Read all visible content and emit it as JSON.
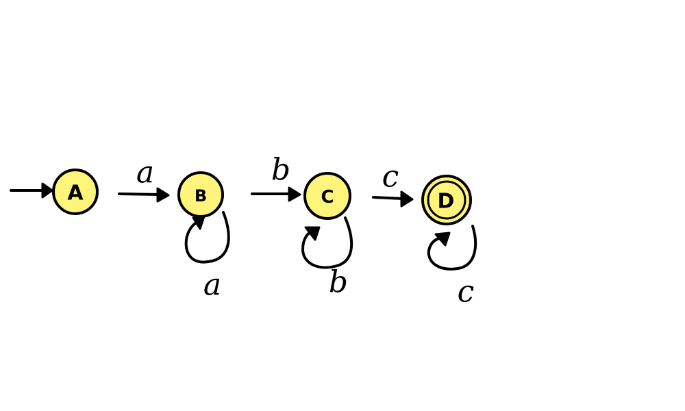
{
  "diagram": {
    "colors": {
      "state_fill": "#fff57a",
      "ink": "#000000",
      "background": "#ffffff"
    },
    "states": [
      {
        "id": "A",
        "label": "A",
        "start": true,
        "accepting": false
      },
      {
        "id": "B",
        "label": "B",
        "start": false,
        "accepting": false
      },
      {
        "id": "C",
        "label": "C",
        "start": false,
        "accepting": false
      },
      {
        "id": "D",
        "label": "D",
        "start": false,
        "accepting": true
      }
    ],
    "transitions": [
      {
        "from": "A",
        "to": "B",
        "label": "a"
      },
      {
        "from": "B",
        "to": "C",
        "label": "b"
      },
      {
        "from": "C",
        "to": "D",
        "label": "c"
      }
    ],
    "self_loops": [
      {
        "state": "B",
        "label": "a"
      },
      {
        "state": "C",
        "label": "b"
      },
      {
        "state": "D",
        "label": "c"
      }
    ]
  }
}
